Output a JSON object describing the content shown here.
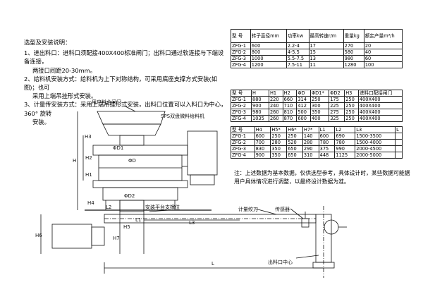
{
  "notes": {
    "title": "选型及安装说明：",
    "item1": "1、进出料口：进料口须配接400X400标准闸门；出料口通过软连接与下端设备连接，",
    "item1b": "两接口间距20-30mm。",
    "item2": "2、给料机安装方式：给料机为上下对称结构，可采用底座支撑方式安装(如图)；也可",
    "item2b": "采用上端吊挂形式安装。",
    "item3": "3、计量传安装方式：采用上端吊挂形式安装，出料口位置可以入料口为中心，360° 旋转",
    "item3b": "安装。"
  },
  "table1": {
    "headers": [
      "型 号",
      "转子直径mm",
      "功率kw",
      "最高转速r/m",
      "重量kg",
      "额定产量m³/h"
    ],
    "rows": [
      [
        "ZFG-1",
        "600",
        "2.2-4",
        "17",
        "270",
        "20"
      ],
      [
        "ZFG-2",
        "800",
        "4-5.5",
        "15",
        "580",
        "40"
      ],
      [
        "ZFG-3",
        "1000",
        "5.5-7.5",
        "13",
        "980",
        "60"
      ],
      [
        "ZFG-4",
        "1200",
        "7.5-11",
        "11",
        "1280",
        "100"
      ]
    ]
  },
  "table2": {
    "headers": [
      "型 号",
      "H",
      "H1",
      "H2",
      "ΦD",
      "ΦD1*",
      "ΦD2",
      "H3",
      "进料口配接闸门"
    ],
    "rows": [
      [
        "ZFG-1",
        "880",
        "220",
        "660",
        "314",
        "250",
        "175",
        "250",
        "400X400"
      ],
      [
        "ZFG-2",
        "900",
        "240",
        "710",
        "412",
        "300",
        "225",
        "250",
        "400X400"
      ],
      [
        "ZFG-3",
        "980",
        "260",
        "810",
        "500",
        "350",
        "275",
        "250",
        "400X400"
      ],
      [
        "ZFG-4",
        "1035",
        "260",
        "870",
        "600",
        "400",
        "325",
        "250",
        "400X400"
      ]
    ]
  },
  "table3": {
    "headers": [
      "型 号",
      "H4",
      "H5*",
      "H6*",
      "H7*",
      "L1",
      "L2",
      "L3",
      "L"
    ],
    "rows": [
      [
        "ZFG-1",
        "600",
        "250",
        "250",
        "140",
        "600",
        "690",
        "1500-3500",
        ""
      ],
      [
        "ZFG-2",
        "700",
        "280",
        "520",
        "280",
        "780",
        "780",
        "1500-4000",
        ""
      ],
      [
        "ZFG-3",
        "830",
        "350",
        "650",
        "290",
        "375",
        "990",
        "2000-4500",
        ""
      ],
      [
        "ZFG-4",
        "900",
        "350",
        "650",
        "310",
        "448",
        "1125",
        "2000-5000",
        ""
      ]
    ]
  },
  "remark": "注：上述数据为基本数据，仅供选型参考，具体设计时，某些数据可能据用户具体情况进行调整，以最终设计数据为准。",
  "drawing": {
    "label_gate": "用户料仓闸门",
    "label_sps": "SPS双盘微料给料机",
    "label_platform": "安装平台支撑位",
    "label_screw": "计量绞刀",
    "label_sensor": "传感器",
    "label_outlet": "出料口中心",
    "dim_H": "H",
    "dim_H1": "H1",
    "dim_H2": "H2",
    "dim_H3": "H3",
    "dim_H4": "H4",
    "dim_H5": "H5",
    "dim_H6": "H6",
    "dim_H7": "H7",
    "dim_L": "L",
    "dim_L1": "L1",
    "dim_L2": "L2",
    "dim_L3": "L3",
    "dim_D": "ΦD",
    "dim_D1": "ΦD1",
    "dim_D2": "ΦD2"
  }
}
